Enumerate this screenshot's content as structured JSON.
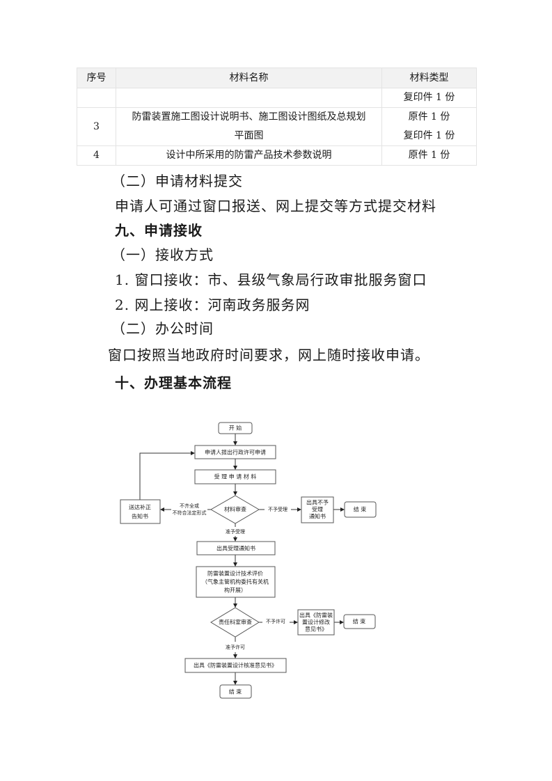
{
  "table": {
    "headers": [
      "序号",
      "材料名称",
      "材料类型"
    ],
    "rows": [
      {
        "no": "",
        "name": "",
        "type": [
          "复印件 1 份"
        ]
      },
      {
        "no": "3",
        "name": [
          "防雷装置施工图设计说明书、施工图设计图纸及总规划",
          "平面图"
        ],
        "type": [
          "原件 1 份",
          "复印件 1 份"
        ]
      },
      {
        "no": "4",
        "name": [
          "设计中所采用的防雷产品技术参数说明"
        ],
        "type": [
          "原件 1 份"
        ]
      }
    ]
  },
  "body": {
    "sub_submit": "（二）申请材料提交",
    "submit_text": "申请人可通过窗口报送、网上提交等方式提交材料",
    "section9": "九、申请接收",
    "sub_method": "（一）接收方式",
    "method1": "1. 窗口接收：市、县级气象局行政审批服务窗口",
    "method2": "2. 网上接收：河南政务服务网",
    "sub_hours": "（二）办公时间",
    "hours_text": "窗口按照当地政府时间要求，网上随时接收申请。",
    "section10": "十、办理基本流程"
  },
  "flow": {
    "start": "开  始",
    "apply": "申请人提出行政许可申请",
    "accept": "受 理 申 请 材 料",
    "review": "材料审查",
    "correction": [
      "送达补正",
      "告知书"
    ],
    "incomplete": [
      "不齐全或",
      "不符合法定形式"
    ],
    "reject": "不予受理",
    "reject_notice": [
      "出具不予",
      "受理",
      "通知书"
    ],
    "end": "结  束",
    "approve_accept": "准予受理",
    "accept_notice": "出具受理通知书",
    "evaluation": [
      "防雷装置设计技术评价",
      "（气象主管机构委托有关机",
      "构开展）"
    ],
    "dept_review": "责任科室审查",
    "deny": "不予许可",
    "modify_notice": [
      "出具《防雷装",
      "置设计修改",
      "意见书》"
    ],
    "permit": "准予许可",
    "approval_notice": "出具《防雷装置设计核准意见书》"
  }
}
